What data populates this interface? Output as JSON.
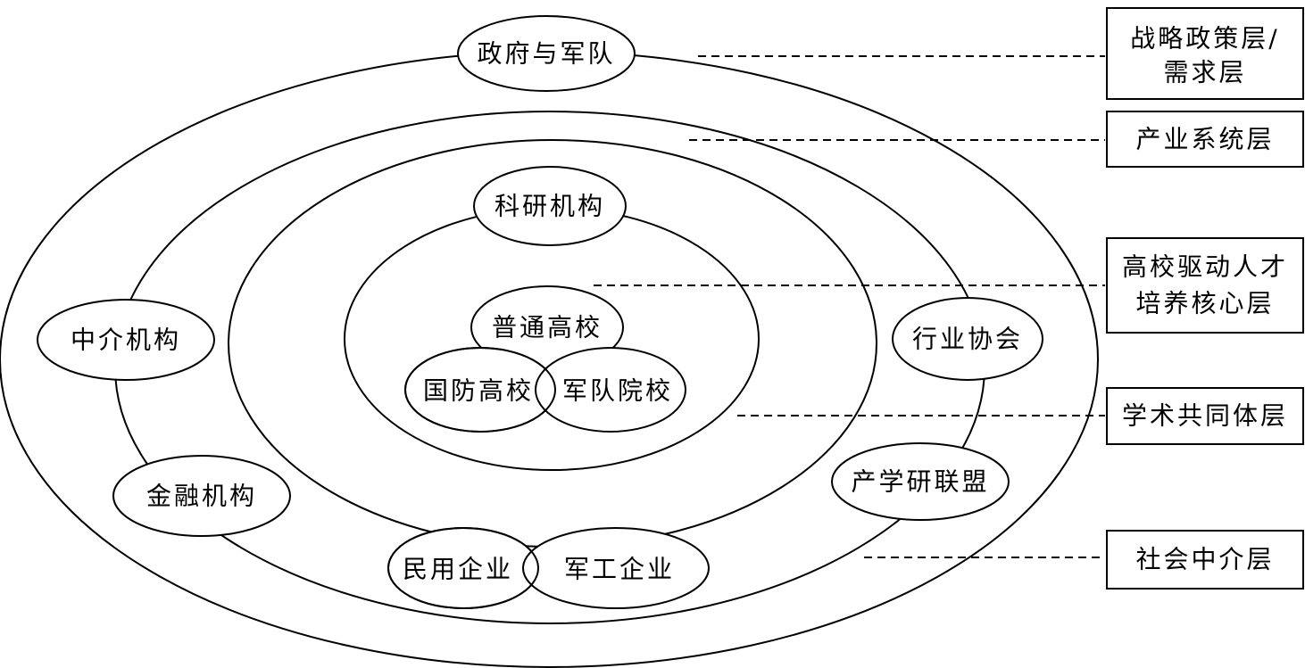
{
  "diagram": {
    "nodes": {
      "government_military": "政府与军队",
      "intermediary": "中介机构",
      "financial": "金融机构",
      "industry_association": "行业协会",
      "iur_alliance": "产学研联盟",
      "civil_enterprise": "民用企业",
      "military_enterprise": "军工企业",
      "research_institutes": "科研机构",
      "general_universities": "普通高校",
      "defense_universities": "国防高校",
      "military_academies": "军队院校"
    },
    "layers": {
      "strategy_line1": "战略政策层/",
      "strategy_line2": "需求层",
      "industry": "产业系统层",
      "core_line1": "高校驱动人才",
      "core_line2": "培养核心层",
      "academic": "学术共同体层",
      "social": "社会中介层"
    }
  }
}
